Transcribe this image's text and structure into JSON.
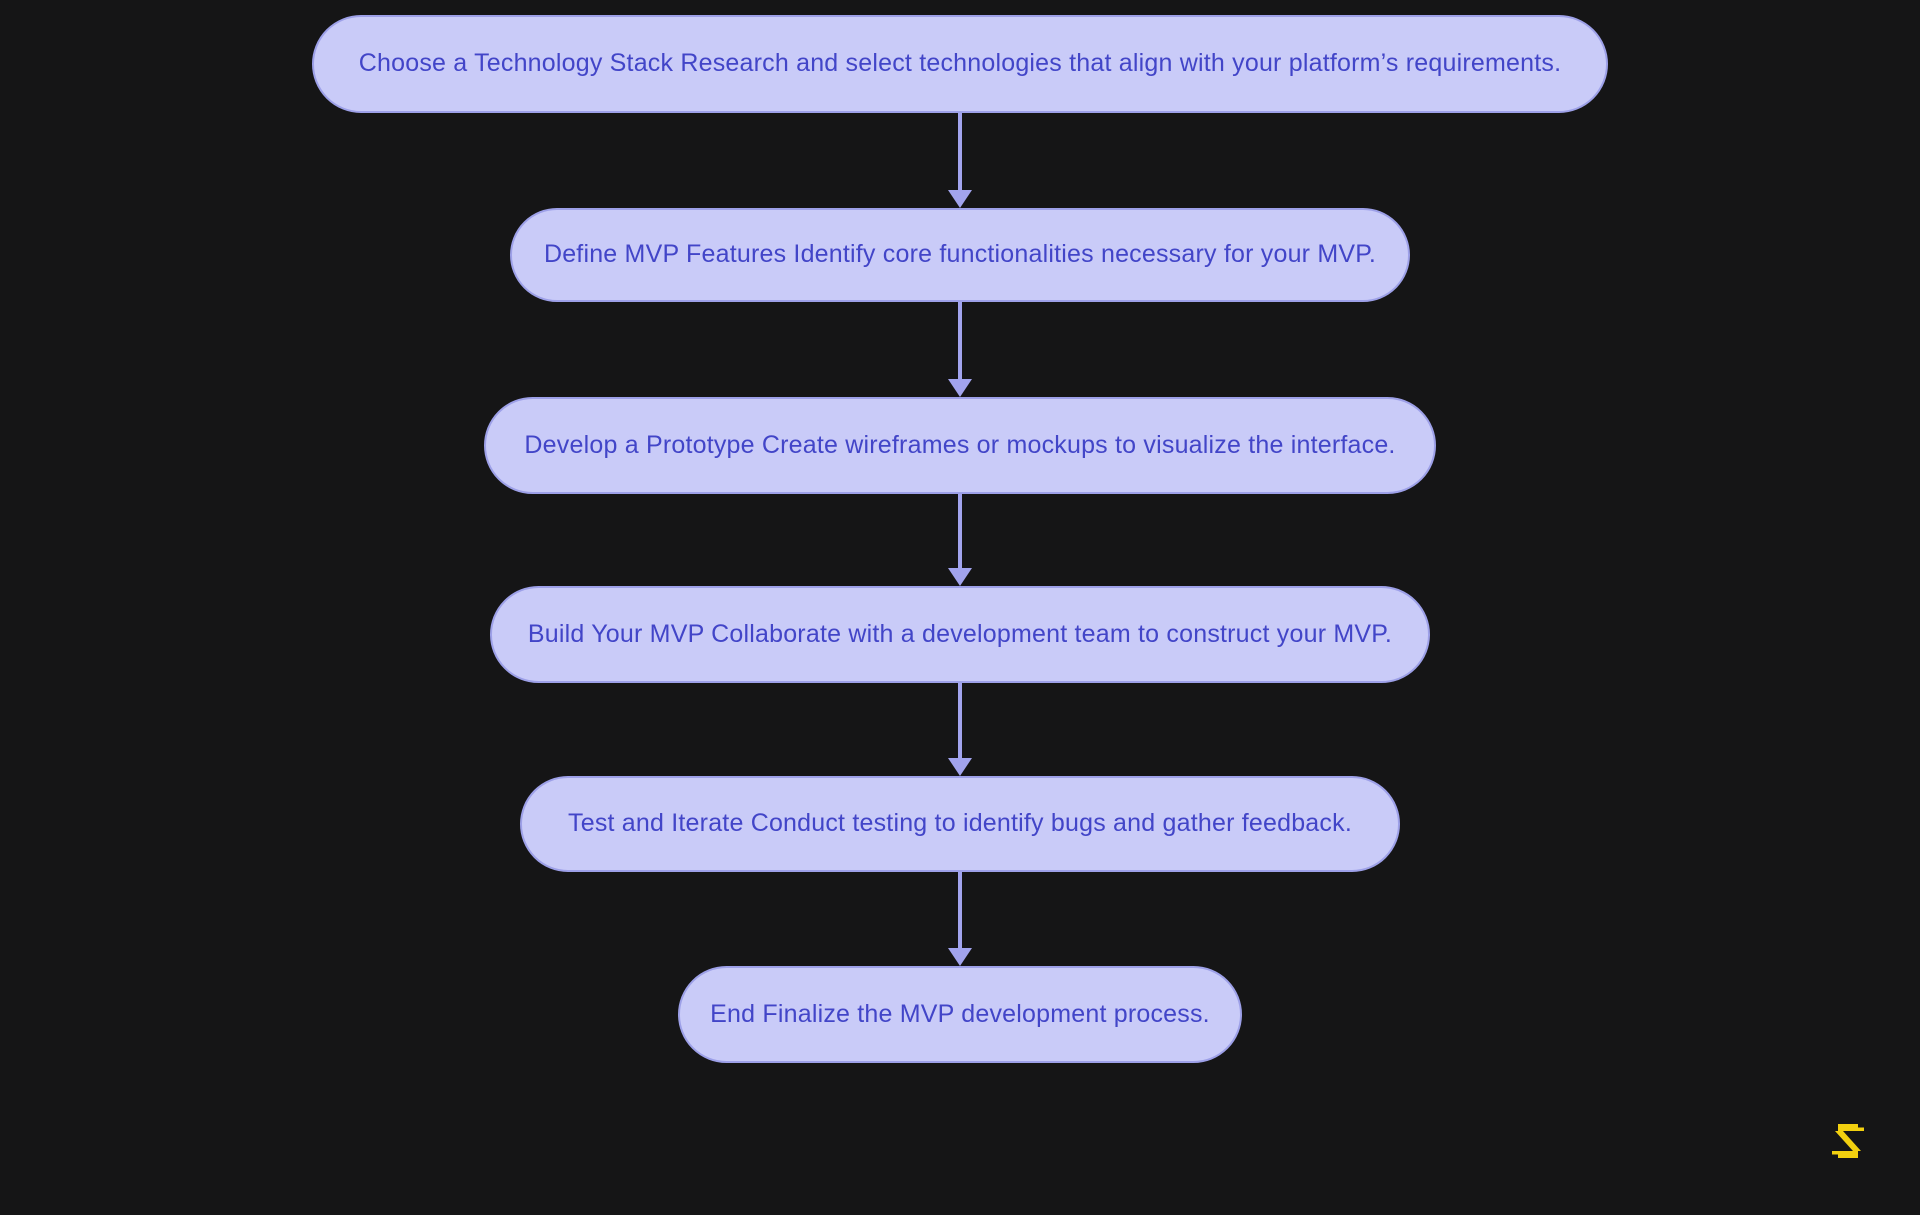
{
  "canvas": {
    "background_color": "#151516"
  },
  "flowchart": {
    "type": "vertical-flow",
    "node_fill_color": "#c9cbf8",
    "node_border_color": "#9da0e8",
    "node_text_color": "#4245c8",
    "arrow_color": "#a2a4ee",
    "nodes": [
      {
        "id": "choose-technology-stack",
        "label": "Choose a Technology Stack Research and select technologies that align with your platform’s requirements."
      },
      {
        "id": "define-mvp-features",
        "label": "Define MVP Features Identify core functionalities necessary for your MVP."
      },
      {
        "id": "develop-prototype",
        "label": "Develop a Prototype Create wireframes or mockups to visualize the interface."
      },
      {
        "id": "build-your-mvp",
        "label": "Build Your MVP Collaborate with a development team to construct your MVP."
      },
      {
        "id": "test-and-iterate",
        "label": "Test and Iterate Conduct testing to identify bugs and gather feedback."
      },
      {
        "id": "end",
        "label": "End Finalize the MVP development process."
      }
    ],
    "edges": [
      {
        "from": "choose-technology-stack",
        "to": "define-mvp-features"
      },
      {
        "from": "define-mvp-features",
        "to": "develop-prototype"
      },
      {
        "from": "develop-prototype",
        "to": "build-your-mvp"
      },
      {
        "from": "build-your-mvp",
        "to": "test-and-iterate"
      },
      {
        "from": "test-and-iterate",
        "to": "end"
      }
    ]
  },
  "branding": {
    "logo_name": "s-logo",
    "logo_color": "#F2D00F"
  }
}
